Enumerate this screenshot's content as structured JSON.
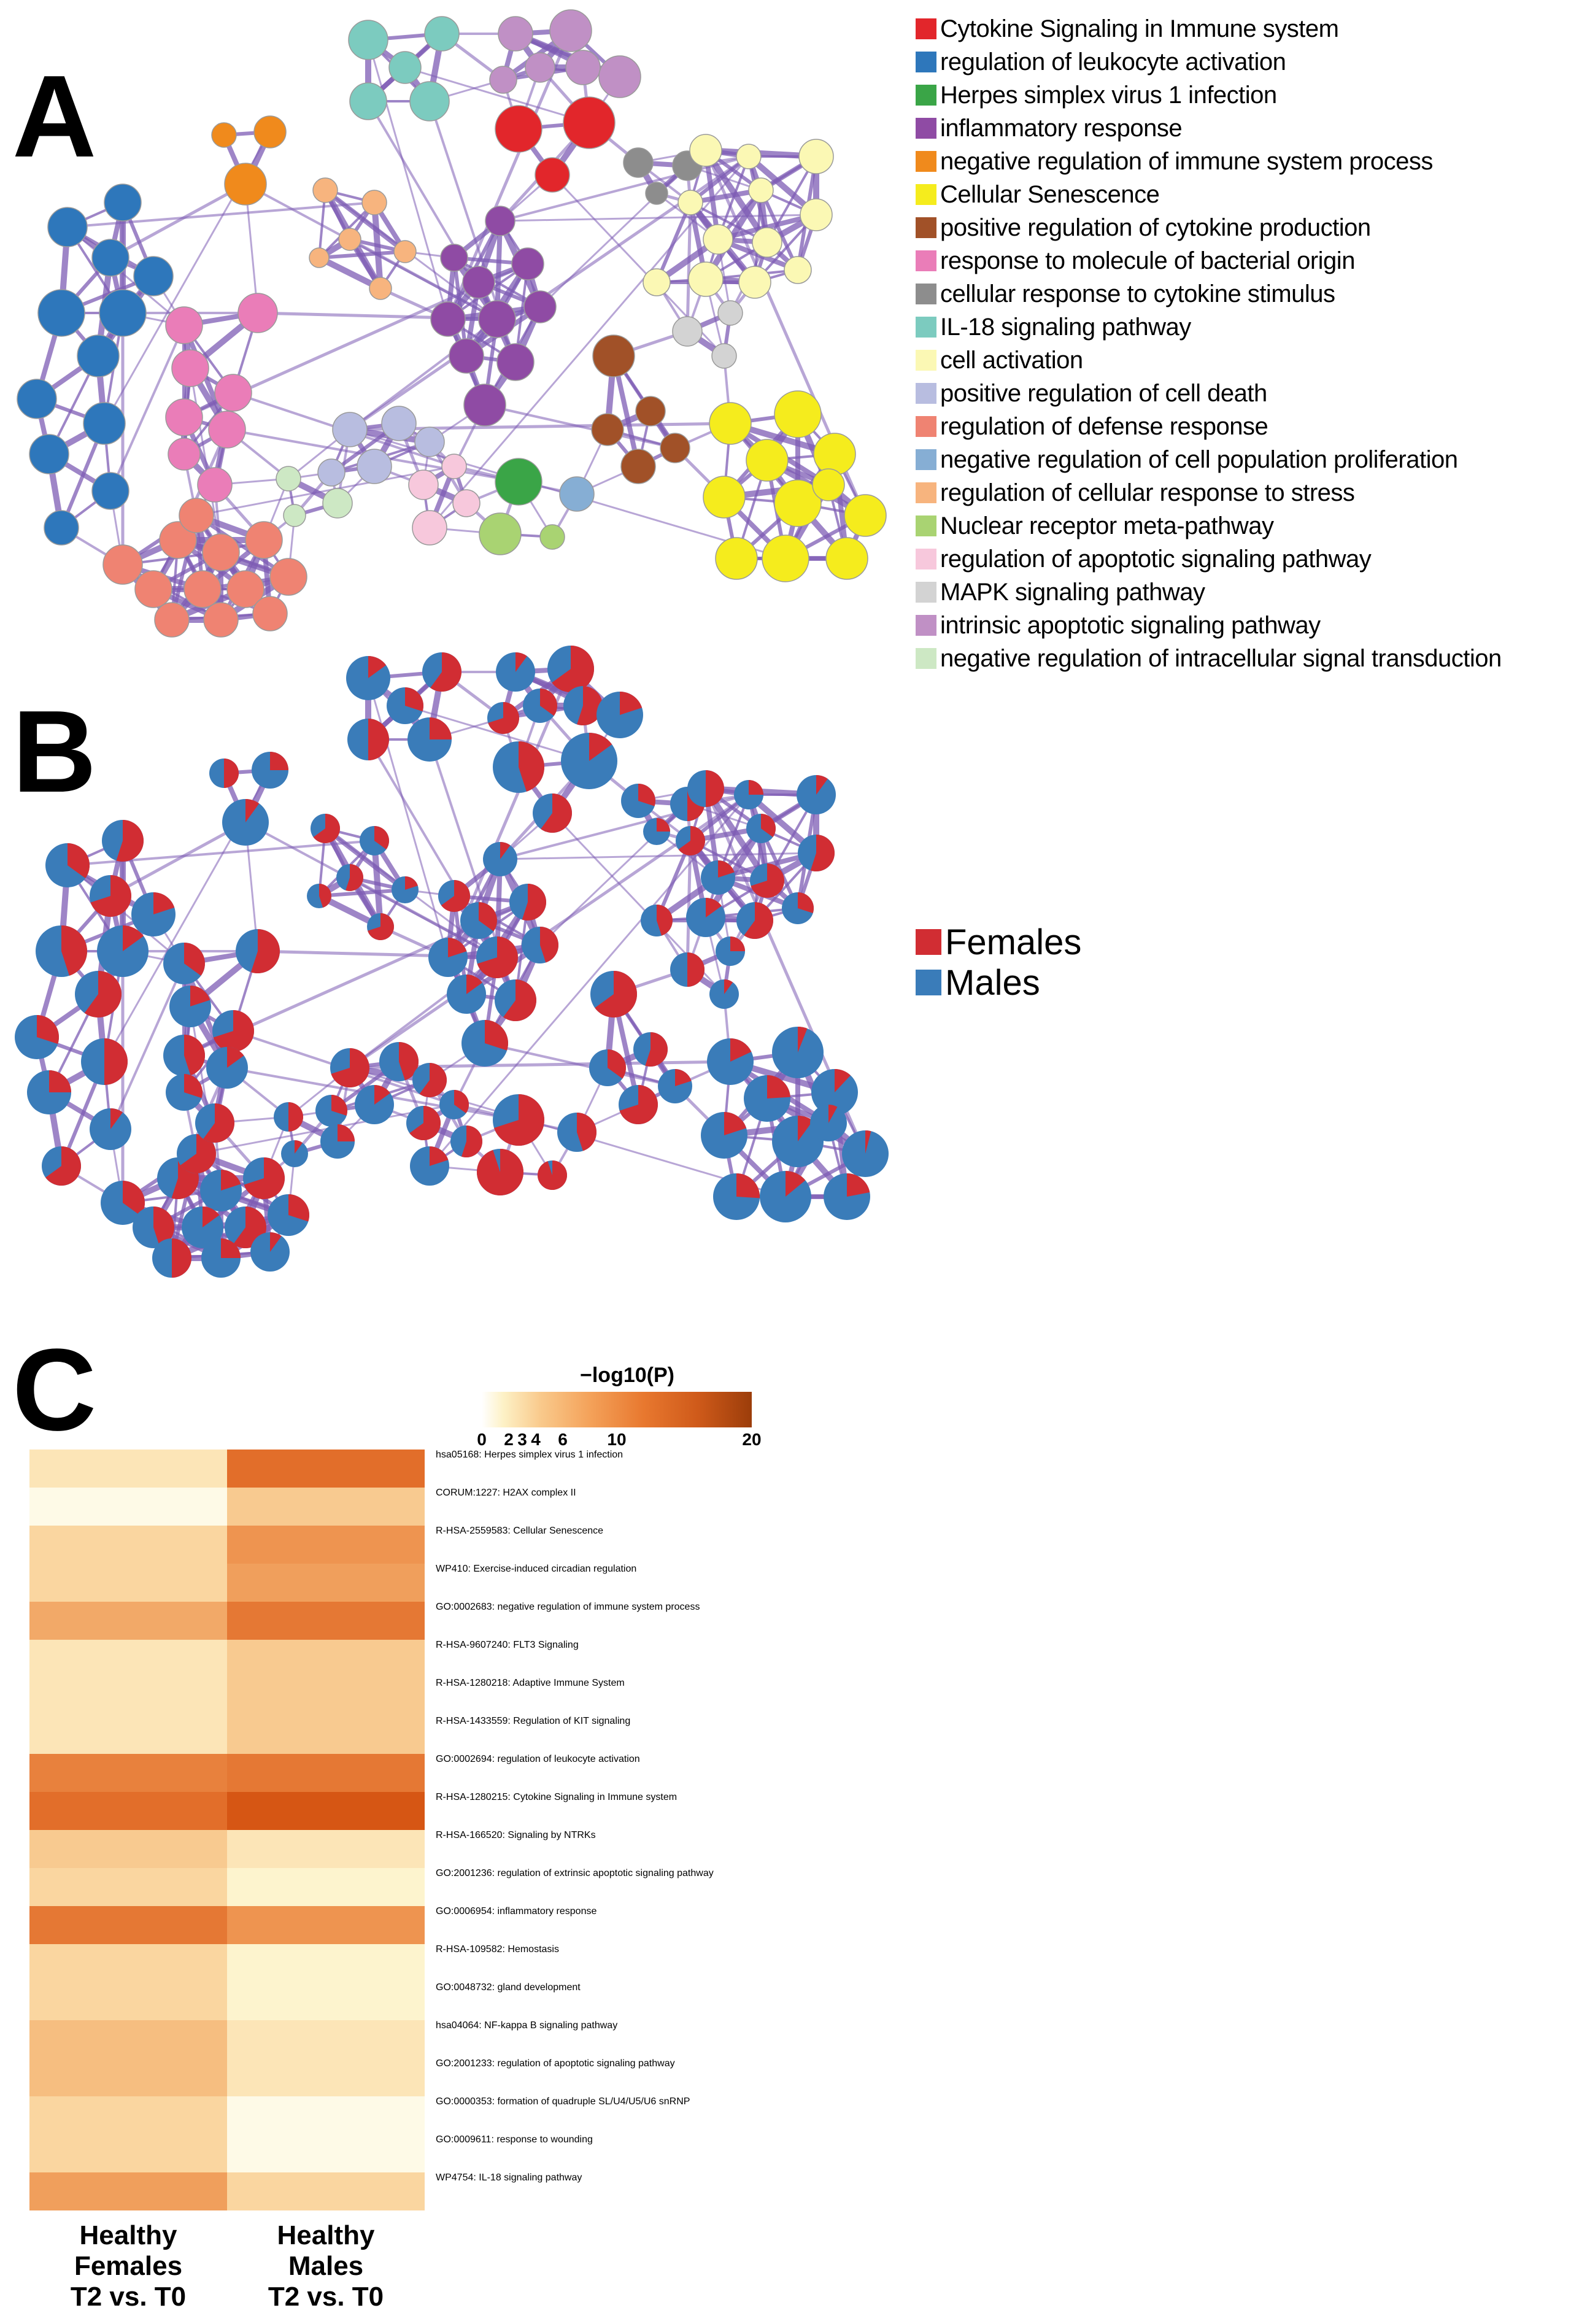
{
  "panels": {
    "a": "A",
    "b": "B",
    "c": "C"
  },
  "legend_a": [
    {
      "label": "Cytokine Signaling in Immune system",
      "color": "#e2262b"
    },
    {
      "label": "regulation of leukocyte activation",
      "color": "#2e77bb"
    },
    {
      "label": "Herpes simplex virus 1 infection",
      "color": "#3aa547"
    },
    {
      "label": "inflammatory response",
      "color": "#8f4ba4"
    },
    {
      "label": "negative regulation of immune system process",
      "color": "#f08a1c"
    },
    {
      "label": "Cellular Senescence",
      "color": "#f5ec1d"
    },
    {
      "label": "positive regulation of cytokine production",
      "color": "#a15128"
    },
    {
      "label": "response to molecule of bacterial origin",
      "color": "#ea7db8"
    },
    {
      "label": "cellular response to cytokine stimulus",
      "color": "#8d8d8d"
    },
    {
      "label": "IL-18 signaling pathway",
      "color": "#7ccbbf"
    },
    {
      "label": "cell activation",
      "color": "#fbf8b4"
    },
    {
      "label": "positive regulation of cell death",
      "color": "#b8bde0"
    },
    {
      "label": "regulation of defense response",
      "color": "#ef8372"
    },
    {
      "label": "negative regulation of cell population proliferation",
      "color": "#86aed4"
    },
    {
      "label": "regulation of cellular response to stress",
      "color": "#f7b47e"
    },
    {
      "label": "Nuclear receptor meta-pathway",
      "color": "#a9d372"
    },
    {
      "label": "regulation of apoptotic signaling pathway",
      "color": "#f7c8dc"
    },
    {
      "label": "MAPK signaling pathway",
      "color": "#d3d3d3"
    },
    {
      "label": "intrinsic apoptotic signaling pathway",
      "color": "#c090c5"
    },
    {
      "label": "negative regulation of intracellular signal transduction",
      "color": "#cde8c4"
    }
  ],
  "legend_b": [
    {
      "label": "Females",
      "color": "#d12d33"
    },
    {
      "label": "Males",
      "color": "#3a7cb9"
    }
  ],
  "chart_data": {
    "type": "heatmap",
    "colorbar": {
      "title": "−log10(P)",
      "ticks": [
        "0",
        "2",
        "3",
        "4",
        "6",
        "10",
        "20"
      ],
      "tick_values": [
        0,
        2,
        3,
        4,
        6,
        10,
        20
      ],
      "range": [
        0,
        20
      ]
    },
    "columns": [
      "Healthy Females T2 vs. T0",
      "Healthy Males T2 vs. T0"
    ],
    "column_lines": [
      [
        "Healthy",
        "Females",
        "T2 vs. T0"
      ],
      [
        "Healthy",
        "Males",
        "T2 vs. T0"
      ]
    ],
    "rows": [
      "hsa05168: Herpes simplex virus 1 infection",
      "CORUM:1227: H2AX complex II",
      "R-HSA-2559583: Cellular Senescence",
      "WP410: Exercise-induced circadian regulation",
      "GO:0002683: negative regulation of immune system process",
      "R-HSA-9607240: FLT3 Signaling",
      "R-HSA-1280218: Adaptive Immune System",
      "R-HSA-1433559: Regulation of KIT signaling",
      "GO:0002694: regulation of leukocyte activation",
      "R-HSA-1280215: Cytokine Signaling in Immune system",
      "R-HSA-166520: Signaling by NTRKs",
      "GO:2001236: regulation of extrinsic apoptotic signaling pathway",
      "GO:0006954: inflammatory response",
      "R-HSA-109582: Hemostasis",
      "GO:0048732: gland development",
      "hsa04064: NF-kappa B signaling pathway",
      "GO:2001233: regulation of apoptotic signaling pathway",
      "GO:0000353: formation of quadruple SL/U4/U5/U6 snRNP",
      "GO:0009611: response to wounding",
      "WP4754: IL-18 signaling pathway"
    ],
    "values": [
      [
        3,
        14
      ],
      [
        1,
        5
      ],
      [
        4,
        10
      ],
      [
        4,
        9
      ],
      [
        8,
        13
      ],
      [
        3,
        5
      ],
      [
        3,
        5
      ],
      [
        3,
        5
      ],
      [
        12,
        13
      ],
      [
        14,
        17
      ],
      [
        5,
        3
      ],
      [
        4,
        2
      ],
      [
        13,
        10
      ],
      [
        4,
        2
      ],
      [
        4,
        2
      ],
      [
        6,
        3
      ],
      [
        6,
        3
      ],
      [
        4,
        1
      ],
      [
        4,
        1
      ],
      [
        9,
        4
      ]
    ]
  }
}
